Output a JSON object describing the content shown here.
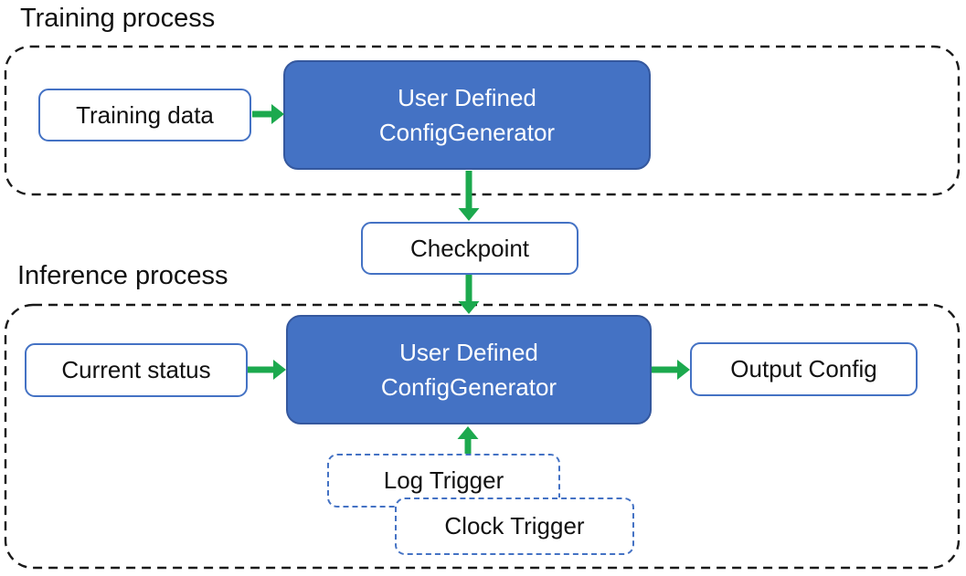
{
  "colors": {
    "accent_blue": "#4472C4",
    "accent_blue_border": "#35589E",
    "arrow_green": "#1CA94E",
    "boundary_dash": "#1a1a1a",
    "text": "#111111",
    "box_background": "#ffffff"
  },
  "sections": {
    "training": {
      "label": "Training process"
    },
    "inference": {
      "label": "Inference process"
    }
  },
  "nodes": {
    "training_data": "Training data",
    "generator_training_line1": "User Defined",
    "generator_training_line2": "ConfigGenerator",
    "checkpoint": "Checkpoint",
    "current_status": "Current status",
    "generator_inference_line1": "User Defined",
    "generator_inference_line2": "ConfigGenerator",
    "output_config": "Output Config",
    "log_trigger": "Log Trigger",
    "clock_trigger": "Clock Trigger"
  }
}
